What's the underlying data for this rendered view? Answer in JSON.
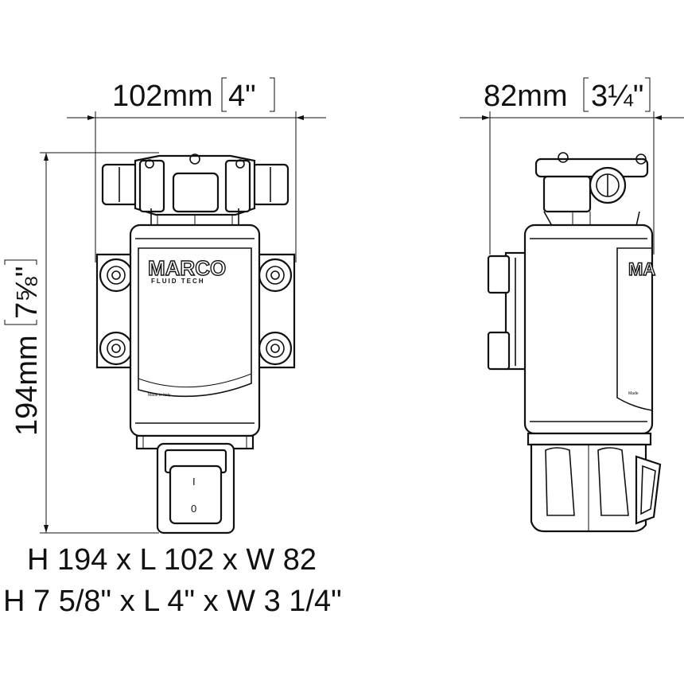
{
  "dimensions": {
    "front_width": {
      "mm": "102mm",
      "in": "4\""
    },
    "side_width": {
      "mm": "82mm",
      "in": "3¼\""
    },
    "height": {
      "mm": "194mm",
      "in": "7⅝\""
    }
  },
  "caption": {
    "line1": "H 194 x L 102 x W 82",
    "line2": "H 7 5/8\" x L 4\" x W 3 1/4\""
  },
  "label": {
    "brand": "MARCO",
    "brand_sub": "FLUID TECH",
    "made_in": "Made in Italy"
  },
  "switch": {
    "on": "I",
    "off": "0"
  }
}
